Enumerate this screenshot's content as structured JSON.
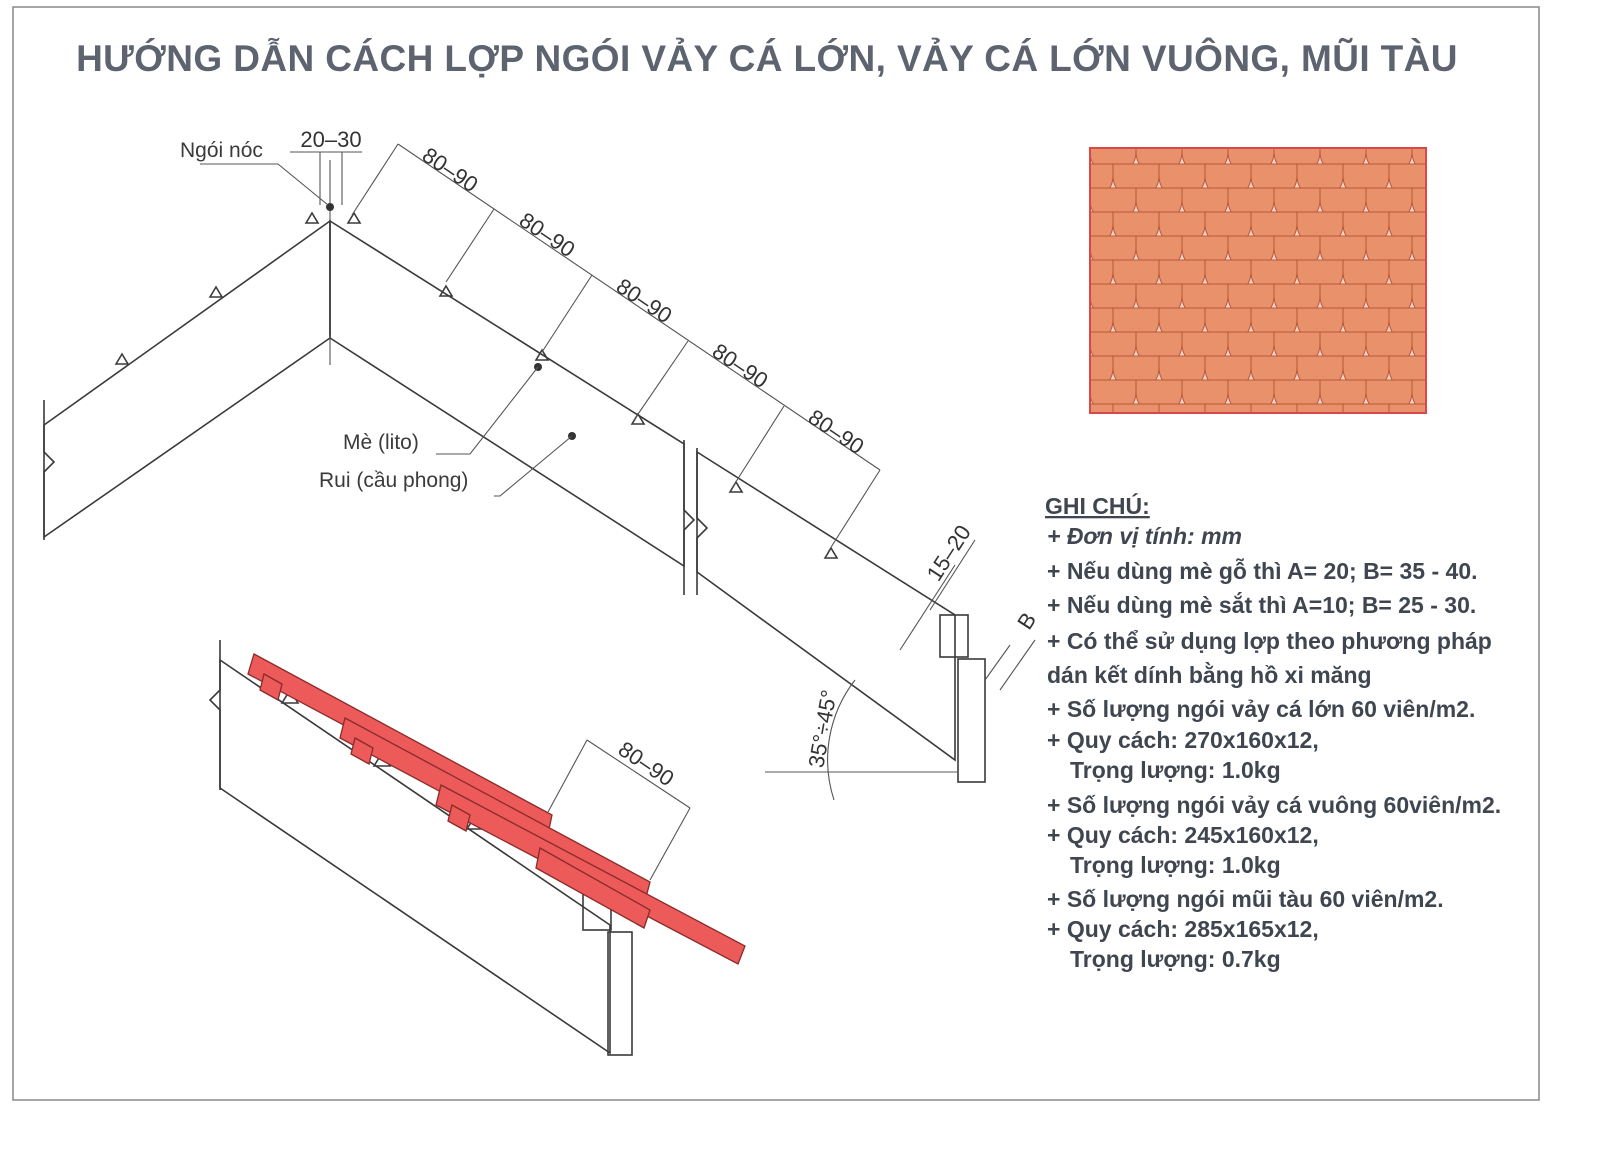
{
  "title": "HƯỚNG DẪN CÁCH LỢP NGÓI VẢY CÁ LỚN, VẢY CÁ LỚN VUÔNG, MŨI TÀU",
  "labels": {
    "ridge_tile": "Ngói nóc",
    "batten": "Mè (lito)",
    "rafter": "Rui (cầu phong)",
    "ridge_gap": "20–30",
    "spacing": "80–90",
    "eave_dim": "15–20",
    "b": "B",
    "angle": "35°÷45°"
  },
  "notes": {
    "heading": "GHI CHÚ:",
    "lines": [
      "+ Đơn vị tính: mm",
      "+ Nếu dùng mè gỗ thì A= 20; B= 35 - 40.",
      "+ Nếu dùng mè sắt thì A=10; B= 25 - 30.",
      "+ Có thể sử dụng lợp theo phương pháp",
      "dán kết dính bằng hồ xi măng",
      "+ Số lượng ngói vảy cá lớn 60 viên/m2.",
      "+ Quy cách: 270x160x12,",
      "Trọng lượng: 1.0kg",
      "+ Số lượng ngói vảy cá vuông 60viên/m2.",
      "+ Quy cách: 245x160x12,",
      "Trọng lượng: 1.0kg",
      "+ Số lượng ngói mũi tàu 60 viên/m2.",
      "+ Quy cách: 285x165x12,",
      "Trọng lượng: 0.7kg"
    ]
  },
  "colors": {
    "tile_red": "#ec5a5a",
    "photo_tile": "#e8916a",
    "photo_border": "#d84848"
  }
}
